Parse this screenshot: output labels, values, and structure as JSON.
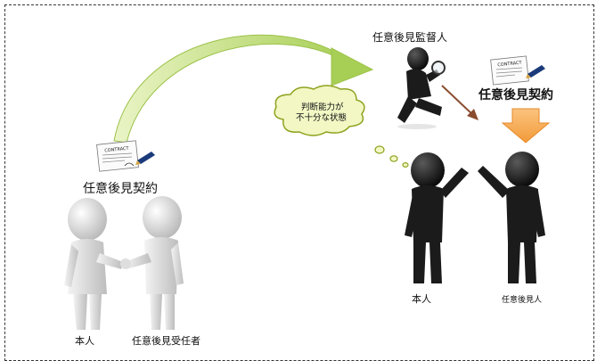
{
  "diagram": {
    "left_contract_label": "任意後見契約",
    "left_principal_label": "本人",
    "left_agent_label": "任意後見受任者",
    "supervisor_label": "任意後見監督人",
    "right_contract_label": "任意後見契約",
    "thought_bubble_line1": "判断能力が",
    "thought_bubble_line2": "不十分な状態",
    "right_principal_label": "本人",
    "right_agent_label": "任意後見人",
    "contract_paper_heading": "CONTRACT",
    "colors": {
      "curved_arrow": "#b6d66a",
      "bubble_fill": "#f2f7c4",
      "bubble_stroke": "#8fa21e",
      "down_arrow": "#f7a64d",
      "small_arrow": "#8a4b2e",
      "white_figure": "#e6e6e6",
      "black_figure": "#1b1b1b"
    }
  }
}
